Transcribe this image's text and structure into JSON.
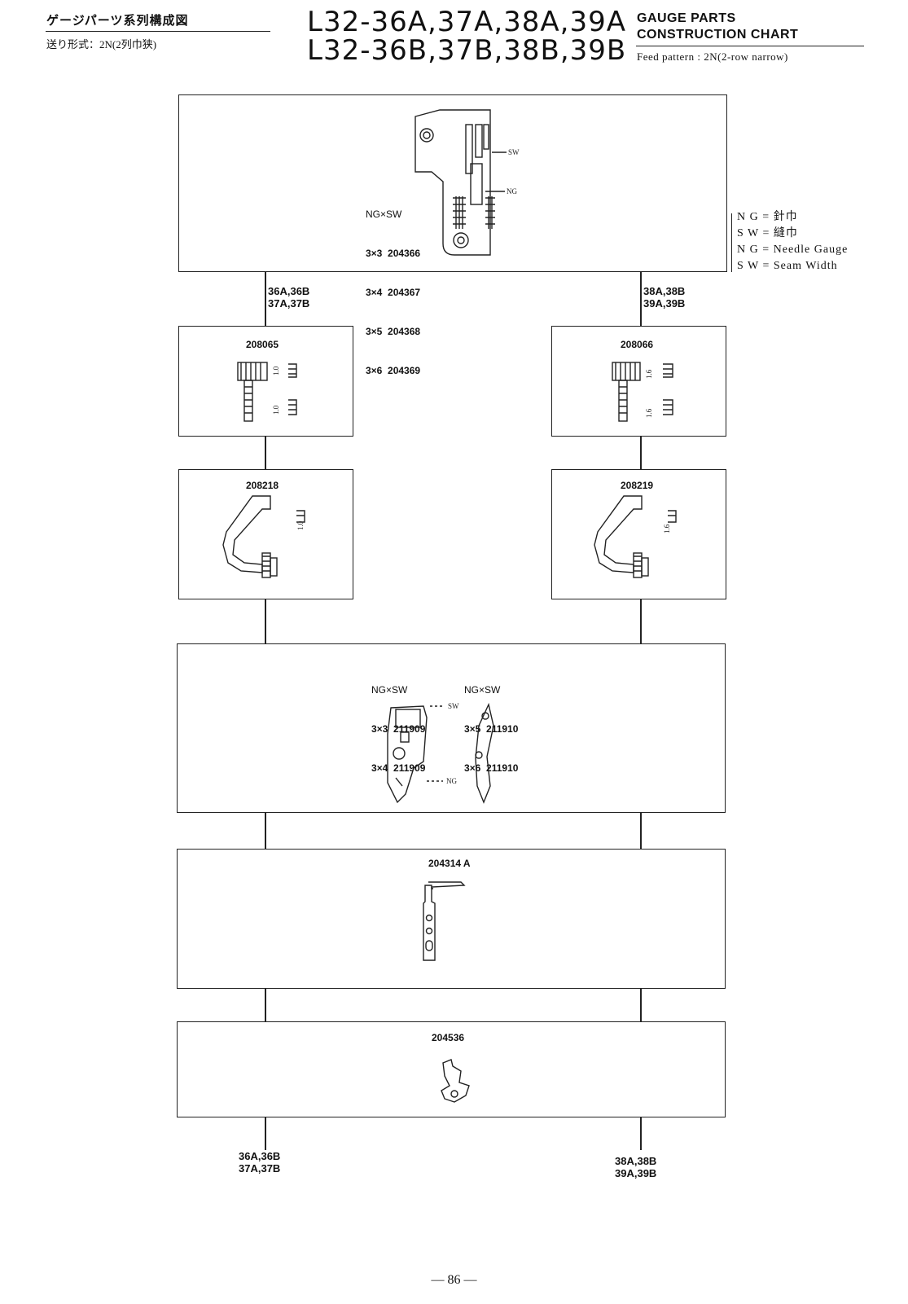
{
  "header": {
    "jp_title": "ゲージパーツ系列構成図",
    "jp_feed": "送り形式：2N(2列巾狭)",
    "model_line1": "L32-36A,37A,38A,39A",
    "model_line2": "L32-36B,37B,38B,39B",
    "en_title_line1": "GAUGE PARTS",
    "en_title_line2": "CONSTRUCTION CHART",
    "en_feed": "Feed pattern : 2N(2-row narrow)"
  },
  "legend": {
    "line1": "N G = 針巾",
    "line2": "S W = 縫巾",
    "line3": "N G = Needle Gauge",
    "line4": "S W = Seam Width"
  },
  "needle_plate": {
    "header": "NG×SW",
    "rows": [
      "3×3  204366",
      "3×4  204367",
      "3×5  204368",
      "3×6  204369"
    ],
    "sw_label": "SW",
    "ng_label": "NG"
  },
  "branch_left_top": {
    "line1": "36A,36B",
    "line2": "37A,37B"
  },
  "branch_right_top": {
    "line1": "38A,38B",
    "line2": "39A,39B"
  },
  "feed_dog_left": {
    "part_no": "208065",
    "dim_a": "1.0",
    "dim_b": "1.0"
  },
  "feed_dog_right": {
    "part_no": "208066",
    "dim_a": "1.6",
    "dim_b": "1.6"
  },
  "looper_left": {
    "part_no": "208218",
    "dim": "1.0"
  },
  "looper_right": {
    "part_no": "208219",
    "dim": "1.6"
  },
  "presser_foot": {
    "col1_header": "NG×SW",
    "col1_rows": [
      "3×3  211909",
      "3×4  211909"
    ],
    "col2_header": "NG×SW",
    "col2_rows": [
      "3×5  211910",
      "3×6  211910"
    ],
    "sw_label": "SW",
    "ng_label": "NG"
  },
  "needle_guard": {
    "part_no": "204314 A"
  },
  "spreader": {
    "part_no": "204536"
  },
  "branch_left_bottom": {
    "line1": "36A,36B",
    "line2": "37A,37B"
  },
  "branch_right_bottom": {
    "line1": "38A,38B",
    "line2": "39A,39B"
  },
  "footer": {
    "page_number": "— 86 —"
  }
}
